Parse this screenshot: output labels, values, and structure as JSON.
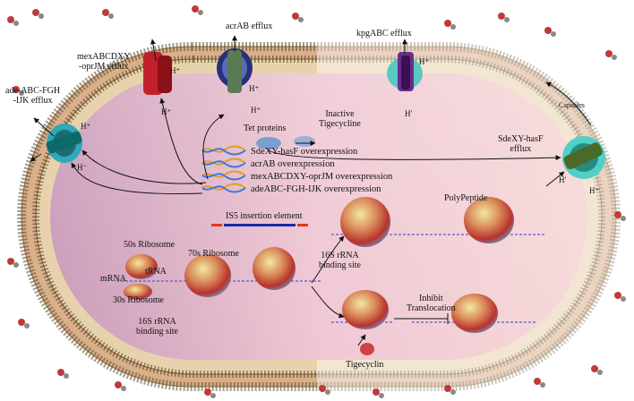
{
  "efflux_pumps": {
    "mex": [
      "mexABCDXY",
      "-oprJM efflux"
    ],
    "acr": "acrAB efflux",
    "kpg": "kpgABC efflux",
    "ade": [
      "ade-ABC-FGH",
      "-IJK efflux"
    ],
    "sde": [
      "SdeXY-hasF",
      "efflux"
    ]
  },
  "capsules": "Capsules",
  "tet_proteins": "Tet proteins",
  "inactive_tigecycline": [
    "Inactive",
    "Tigecycline"
  ],
  "overexpression": [
    "SdeXY-hasF overexpression",
    "acrAB overexpression",
    "mexABCDXY-oprJM overexpression",
    "adeABC-FGH-IJK overexpression"
  ],
  "is5": "IS5 insertion element",
  "ribosome": {
    "s50": "50s Ribosome",
    "s70": "70s Ribosome",
    "mrna": "mRNA",
    "trna": "tRNA",
    "s30": "30s Ribosome",
    "binding_site": [
      "16S rRNA",
      "binding site"
    ]
  },
  "binding_site_right": [
    "16S rRNA",
    "binding site"
  ],
  "polypeptide": "PolyPeptide",
  "inhibit": [
    "Inhibit",
    "Translocation"
  ],
  "tigecyclin": "Tigecyclin",
  "ions": {
    "h_plus": "H⁺",
    "h_minus": "H⁻",
    "h_prime": "H'"
  }
}
